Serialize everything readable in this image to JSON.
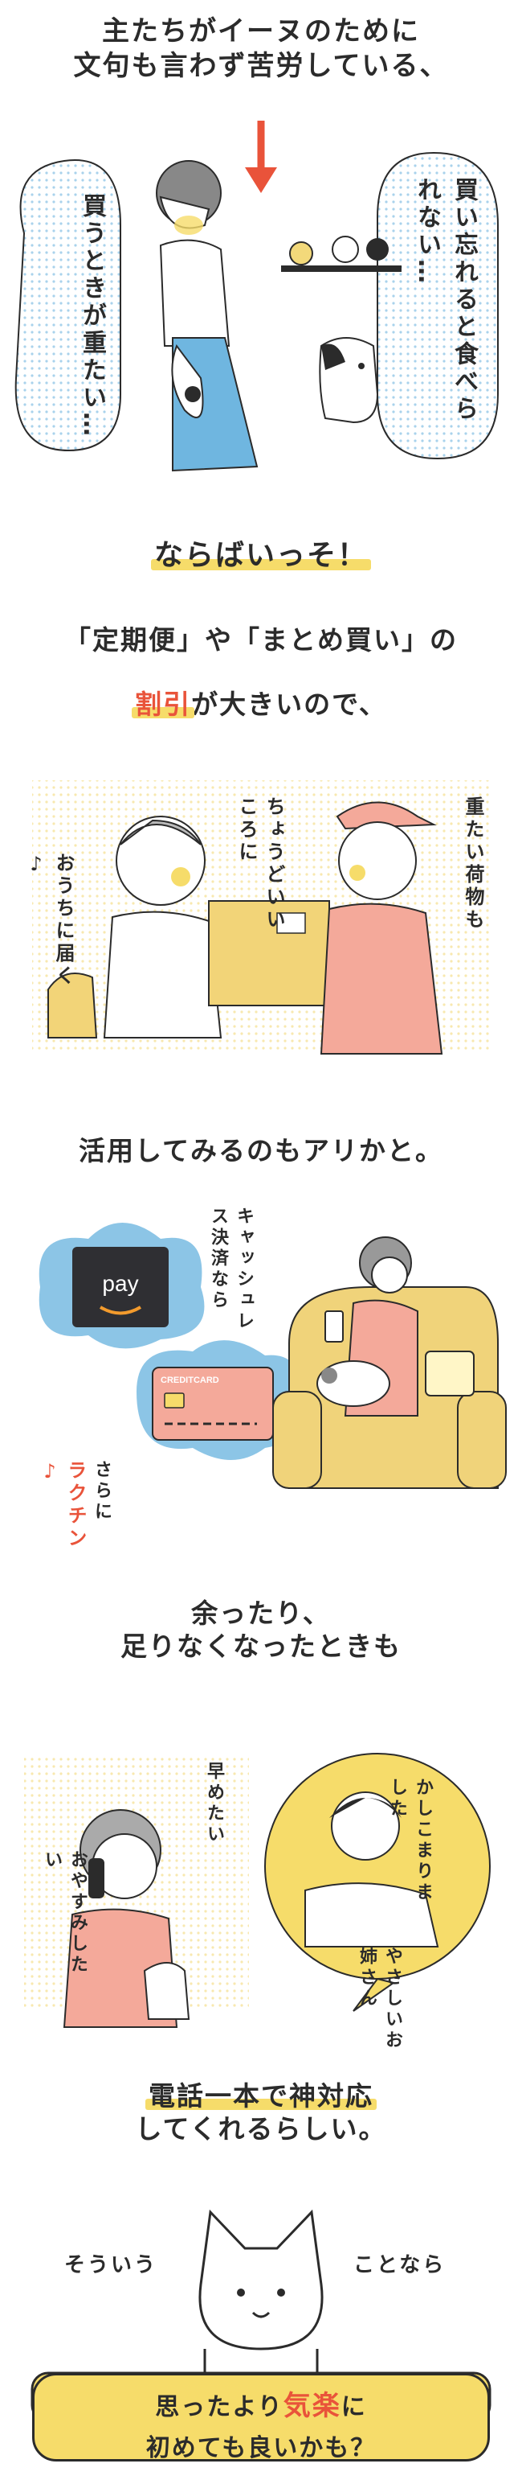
{
  "captions": {
    "top_1": "主たちがイーヌのために",
    "top_2": "文句も言わず苦労している、",
    "narabaisso": "ならばいっそ！",
    "teiki_1": "「定期便」や「まとめ買い」の",
    "waribiki_pre": "割引",
    "waribiki_post": "が大きいので、",
    "katsuyou": "活用してみるのもアリかと。",
    "amattari_1": "余ったり、",
    "amattari_2": "足りなくなったときも",
    "denwa_pre": "電話一本で神対応",
    "denwa_post": "してくれるらしい。"
  },
  "bubbles": {
    "kau_toki": "買うときが重たい…",
    "kaiwasure": "買い忘れると食べられない…",
    "choudo": "ちょうどいいころに",
    "omotai_nimotsu": "重たい荷物も",
    "ouchi": "おうちに届く♪",
    "cashless": "キャッシュレス決済なら",
    "sarani": "さらに",
    "rakuchin": "ラクチン♪",
    "hayame": "早めたい",
    "oyasumi": "おやすみしたい",
    "kashikomari": "かしこまりました",
    "yasashii": "やさしいお姉さん"
  },
  "ui_graphics": {
    "pay_card": "pay",
    "credit_card": "CREDITCARD"
  },
  "ending": {
    "sou_iu": "そういう",
    "koto_nara": "ことなら",
    "sign_1_pre": "思ったより",
    "sign_1_mid": "気楽",
    "sign_1_post": "に",
    "sign_2": "初めても良いかも？"
  },
  "colors": {
    "skirt_blue": "#6fb6e0",
    "arrow_red": "#e9533a",
    "highlight_yellow": "#f6dc6a",
    "dot_blue": "#a9d2ec",
    "shirt_pink": "#f4a99a",
    "box_yellow": "#f2d478",
    "sofa_yellow": "#f0d37a",
    "dark_card": "#2f2f33"
  }
}
